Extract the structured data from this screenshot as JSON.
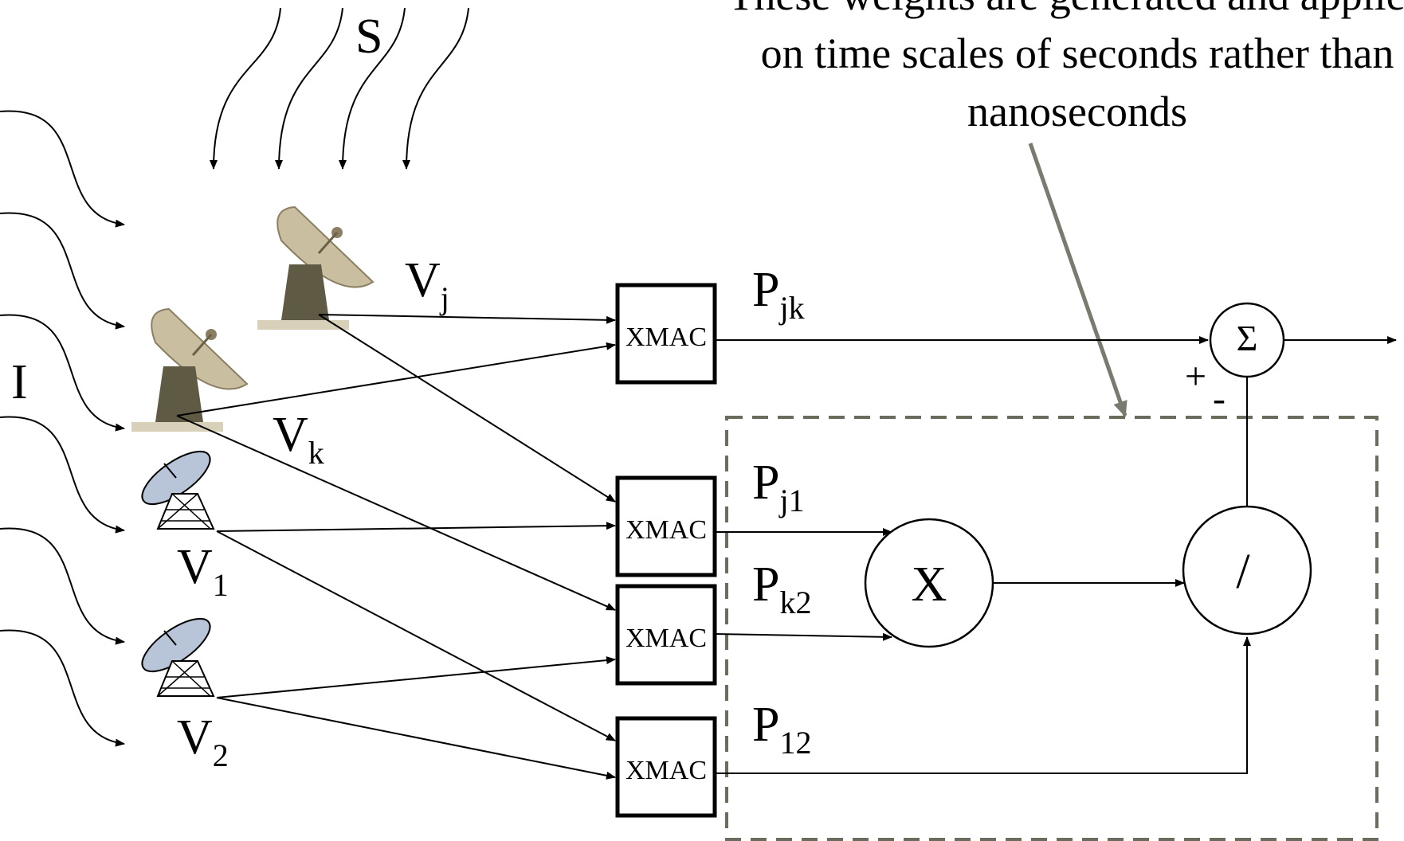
{
  "annotation": {
    "lines": [
      "These weights are generated and applied",
      "on time scales of seconds rather than",
      "nanoseconds"
    ]
  },
  "labels": {
    "source": "S",
    "interference": "I",
    "vj": {
      "main": "V",
      "sub": "j"
    },
    "vk": {
      "main": "V",
      "sub": "k"
    },
    "v1": {
      "main": "V",
      "sub": "1"
    },
    "v2": {
      "main": "V",
      "sub": "2"
    },
    "pjk": {
      "main": "P",
      "sub": "jk"
    },
    "pj1": {
      "main": "P",
      "sub": "j1"
    },
    "pk2": {
      "main": "P",
      "sub": "k2"
    },
    "p12": {
      "main": "P",
      "sub": "12"
    },
    "plus": "+",
    "minus": "-"
  },
  "blocks": {
    "xmac": [
      "XMAC",
      "XMAC",
      "XMAC",
      "XMAC"
    ],
    "sum": "Σ",
    "multiply": "X",
    "divide": "/"
  },
  "colors": {
    "line": "#000000",
    "dashed_box": "#6b6b5e",
    "annotation_arrow": "#7a7a6e",
    "dish_large": "#c9bfa0",
    "dish_small": "#b8c4d8"
  },
  "icons": {
    "large_dishes": "radio-telescope-icon",
    "small_dishes": "satellite-dish-icon"
  }
}
